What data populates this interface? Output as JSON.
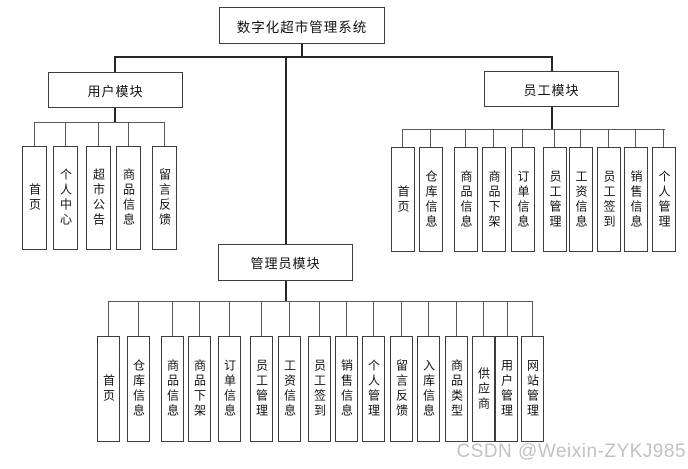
{
  "root": {
    "label": "数字化超市管理系统"
  },
  "branches": [
    {
      "id": "user",
      "label": "用户模块",
      "children": [
        "首页",
        "个人中心",
        "超市公告",
        "商品信息",
        "留言反馈"
      ]
    },
    {
      "id": "staff",
      "label": "员工模块",
      "children": [
        "首页",
        "仓库信息",
        "商品信息",
        "商品下架",
        "订单信息",
        "员工管理",
        "工资信息",
        "员工签到",
        "销售信息",
        "个人管理"
      ]
    },
    {
      "id": "admin",
      "label": "管理员模块",
      "children": [
        "首页",
        "仓库信息",
        "商品信息",
        "商品下架",
        "订单信息",
        "员工管理",
        "工资信息",
        "员工签到",
        "销售信息",
        "个人管理",
        "留言反馈",
        "入库信息",
        "商品类型",
        "供应商",
        "用户管理",
        "网站管理"
      ]
    }
  ],
  "watermark": "CSDN @Weixin-ZYKJ985",
  "colors": {
    "background": "#ffffff",
    "box_border": "#3d3d3d",
    "connector": "#595959",
    "connector_thick": "#262626",
    "text": "#111111",
    "watermark": "#c2c2c2"
  }
}
